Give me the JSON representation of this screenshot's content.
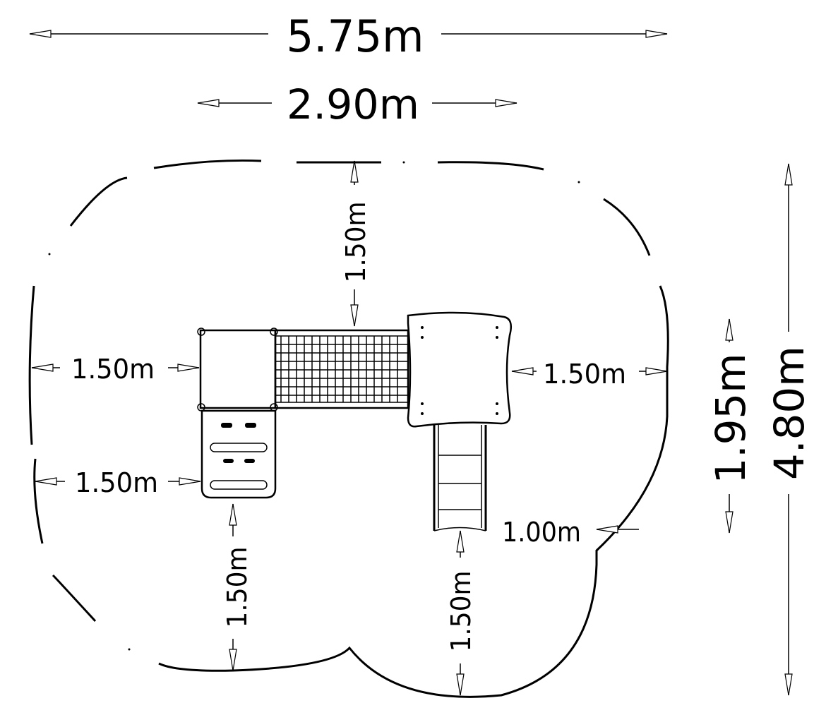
{
  "dimensions": {
    "overall_width": "5.75m",
    "equipment_width": "2.90m",
    "overall_depth": "4.80m",
    "equipment_depth": "1.95m",
    "clearance_top": "1.50m",
    "clearance_left_upper": "1.50m",
    "clearance_left_lower": "1.50m",
    "clearance_right": "1.50m",
    "clearance_bottom_left": "1.50m",
    "clearance_bottom_right": "1.50m",
    "slide_side": "1.00m"
  },
  "colors": {
    "line": "#000000",
    "background": "#ffffff"
  }
}
